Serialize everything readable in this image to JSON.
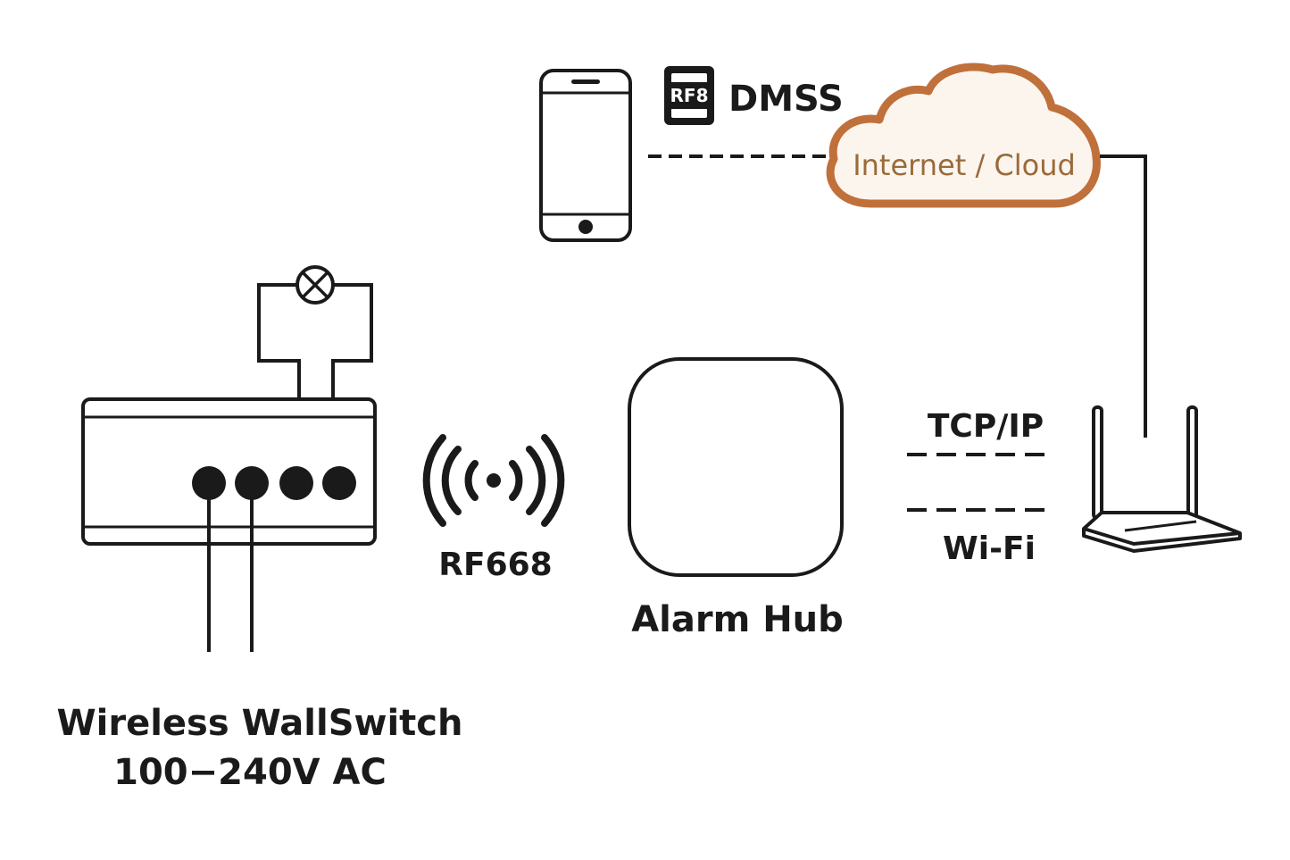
{
  "labels": {
    "app_badge": "RF8",
    "app_name": "DMSS",
    "cloud": "Internet / Cloud",
    "rf_protocol": "RF668",
    "hub": "Alarm Hub",
    "tcpip": "TCP/IP",
    "wifi": "Wi-Fi",
    "switch_name": "Wireless WallSwitch",
    "switch_voltage": "100−240V AC"
  },
  "colors": {
    "ink": "#1a1a1a",
    "cloud_stroke": "#c0703a",
    "cloud_fill": "#fbf5ee",
    "cloud_text": "#9a6a3a"
  },
  "icons": {
    "phone": "smartphone-icon",
    "app": "dmss-app-icon",
    "cloud": "cloud-icon",
    "wireless": "wireless-signal-icon",
    "lamp": "lamp-icon",
    "router": "wifi-router-icon",
    "hub": "alarm-hub-icon",
    "switch": "wall-switch-icon"
  }
}
